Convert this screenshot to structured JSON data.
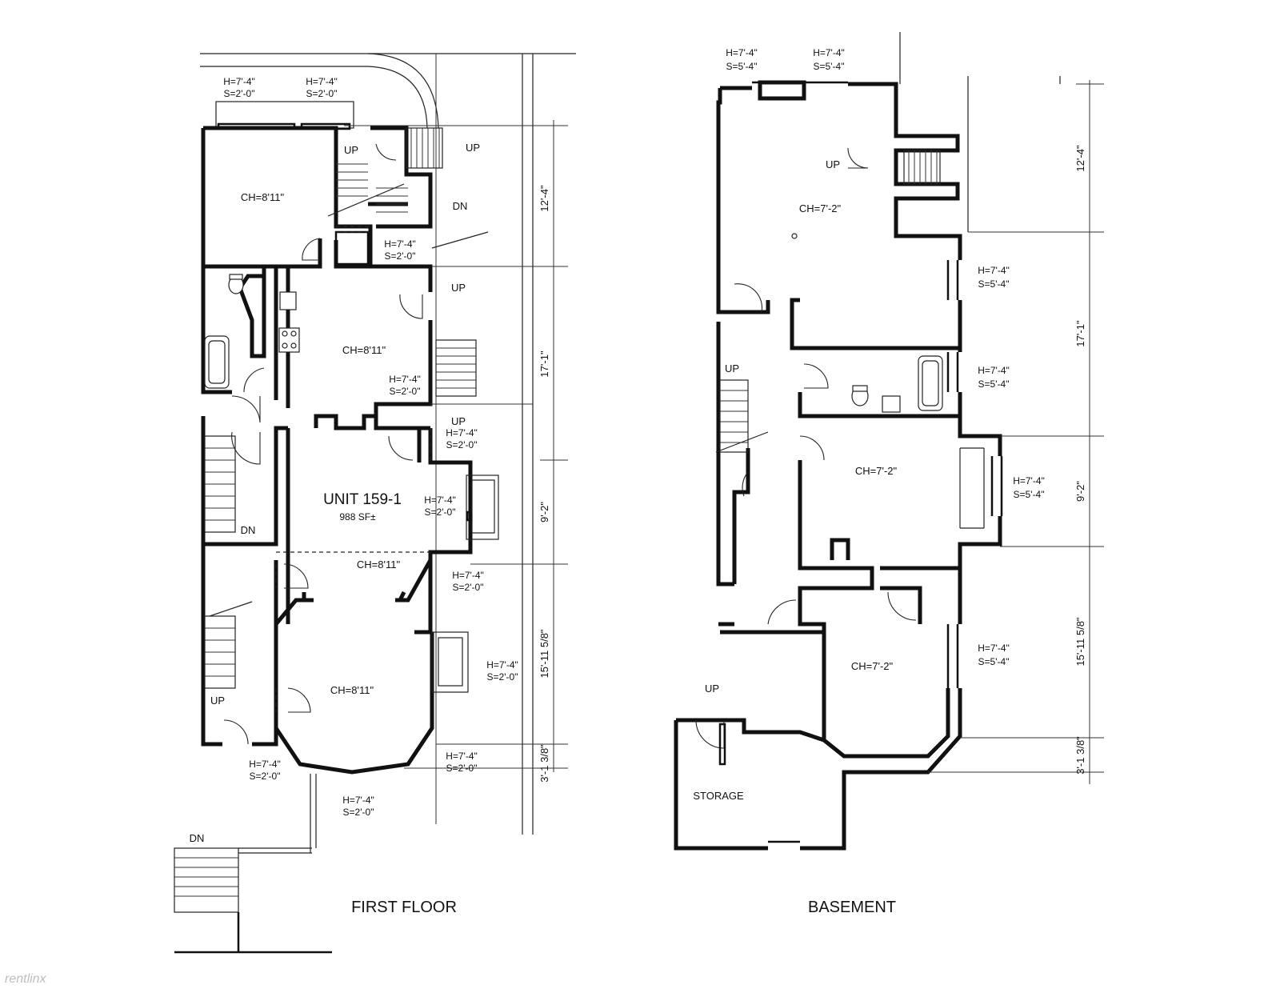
{
  "first_floor": {
    "title": "FIRST FLOOR",
    "unit_name": "UNIT 159-1",
    "unit_area": "988 SF±",
    "ceiling_labels": [
      "CH=8'11\"",
      "CH=8'11\"",
      "CH=8'11\"",
      "CH=8'11\""
    ],
    "stair_labels": [
      "UP",
      "UP",
      "DN",
      "UP",
      "UP",
      "DN",
      "UP",
      "DN"
    ],
    "windows": [
      {
        "h": "H=7'-4\"",
        "s": "S=2'-0\""
      },
      {
        "h": "H=7'-4\"",
        "s": "S=2'-0\""
      },
      {
        "h": "H=7'-4\"",
        "s": "S=2'-0\""
      },
      {
        "h": "H=7'-4\"",
        "s": "S=2'-0\""
      },
      {
        "h": "H=7'-4\"",
        "s": "S=2'-0\""
      },
      {
        "h": "H=7'-4\"",
        "s": "S=2'-0\""
      },
      {
        "h": "H=7'-4\"",
        "s": "S=2'-0\""
      },
      {
        "h": "H=7'-4\"",
        "s": "S=2'-0\""
      },
      {
        "h": "H=7'-4\"",
        "s": "S=2'-0\""
      },
      {
        "h": "H=7'-4\"",
        "s": "S=2'-0\""
      },
      {
        "h": "H=7'-4\"",
        "s": "S=2'-0\""
      }
    ],
    "dimensions": [
      "12'-4\"",
      "17'-1\"",
      "9'-2\"",
      "15'-11 5/8\"",
      "3'-1 3/8\""
    ]
  },
  "basement": {
    "title": "BASEMENT",
    "ceiling_labels": [
      "CH=7'-2\"",
      "CH=7'-2\"",
      "CH=7'-2\""
    ],
    "stair_labels": [
      "UP",
      "UP",
      "UP"
    ],
    "storage_label": "STORAGE",
    "windows": [
      {
        "h": "H=7'-4\"",
        "s": "S=5'-4\""
      },
      {
        "h": "H=7'-4\"",
        "s": "S=5'-4\""
      },
      {
        "h": "H=7'-4\"",
        "s": "S=5'-4\""
      },
      {
        "h": "H=7'-4\"",
        "s": "S=5'-4\""
      },
      {
        "h": "H=7'-4\"",
        "s": "S=5'-4\""
      },
      {
        "h": "H=7'-4\"",
        "s": "S=5'-4\""
      }
    ],
    "dimensions": [
      "12'-4\"",
      "17'-1\"",
      "9'-2\"",
      "15'-11 5/8\"",
      "3'-1 3/8\""
    ]
  },
  "watermark": "rentlinx"
}
